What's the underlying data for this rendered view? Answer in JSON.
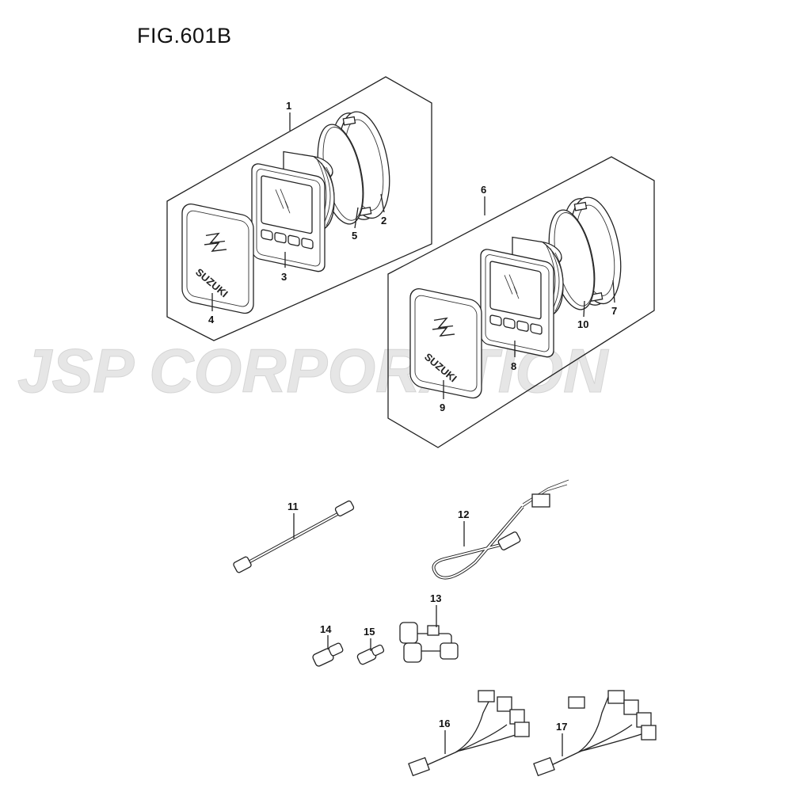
{
  "figure": {
    "title": "FIG.601B"
  },
  "watermark": {
    "text": "JSP CORPORATION",
    "color": "#e6e6e6"
  },
  "brand": {
    "logo_text": "SUZUKI"
  },
  "callouts": {
    "p1": "1",
    "p2": "2",
    "p3": "3",
    "p4": "4",
    "p5": "5",
    "p6": "6",
    "p7": "7",
    "p8": "8",
    "p9": "9",
    "p10": "10",
    "p11": "11",
    "p12": "12",
    "p13": "13",
    "p14": "14",
    "p15": "15",
    "p16": "16",
    "p17": "17"
  }
}
